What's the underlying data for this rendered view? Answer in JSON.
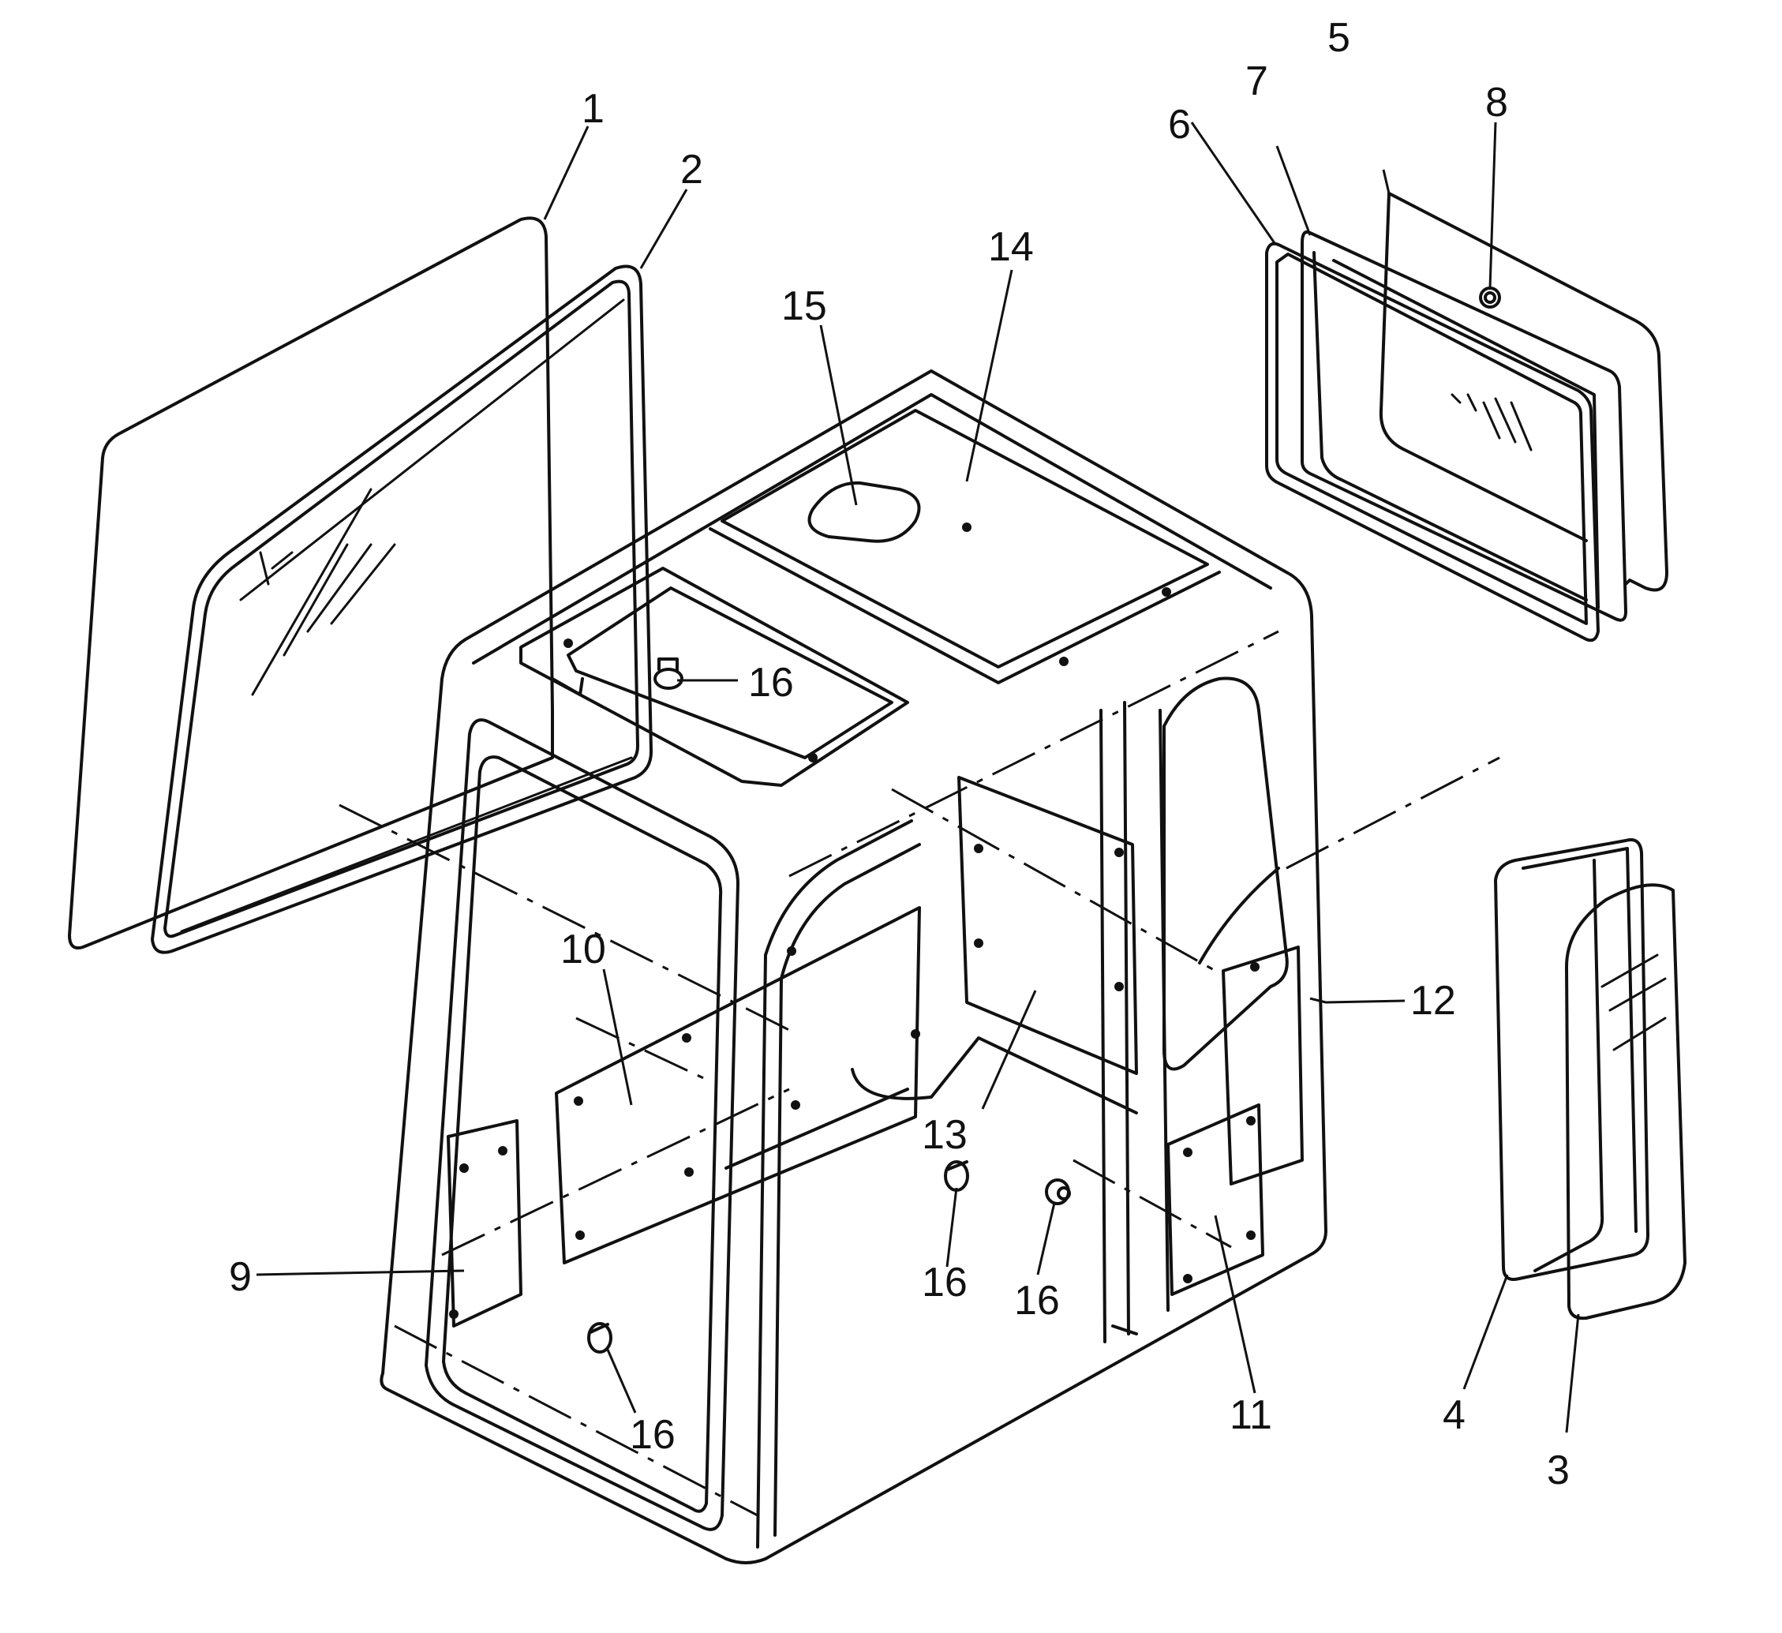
{
  "callouts": {
    "c1": "1",
    "c2": "2",
    "c3": "3",
    "c4": "4",
    "c5": "5",
    "c6": "6",
    "c7": "7",
    "c8": "8",
    "c9": "9",
    "c10": "10",
    "c11": "11",
    "c12": "12",
    "c13": "13",
    "c14": "14",
    "c15": "15",
    "c16a": "16",
    "c16b": "16",
    "c16c": "16",
    "c16d": "16"
  }
}
